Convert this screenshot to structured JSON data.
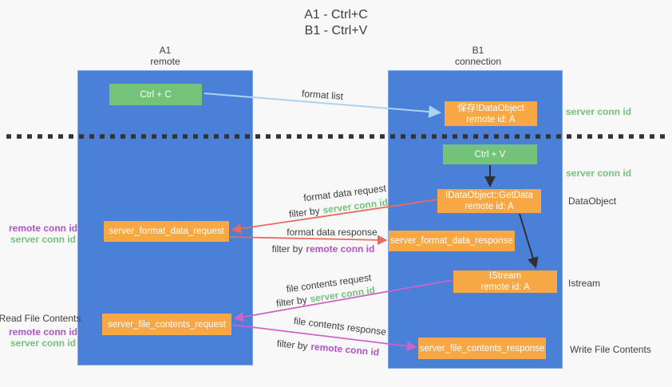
{
  "title": {
    "line1": "A1 - Ctrl+C",
    "line2": "B1 - Ctrl+V"
  },
  "lanes": {
    "left": {
      "name": "A1",
      "subtitle": "remote"
    },
    "right": {
      "name": "B1",
      "subtitle": "connection"
    }
  },
  "nodes": {
    "ctrl_c": {
      "label": "Ctrl + C"
    },
    "save_dataobject": {
      "line1": "保存IDataObject",
      "line2": "remote id: A"
    },
    "ctrl_v": {
      "label": "Ctrl + V"
    },
    "getdata": {
      "line1": "IDataObject::GetData",
      "line2": "remote id: A"
    },
    "istream": {
      "line1": "IStream",
      "line2": "remote id: A"
    },
    "format_request": {
      "label": "server_format_data_request"
    },
    "format_response": {
      "label": "server_format_data_response"
    },
    "file_request": {
      "label": "server_file_contents_request"
    },
    "file_response": {
      "label": "server_file_contents_response"
    }
  },
  "arrow_labels": {
    "format_list": "format list",
    "format_data_request": "format data request",
    "format_data_response": "format data response",
    "file_contents_request": "file contents request",
    "file_contents_response": "file contents response",
    "filter_by": "filter by",
    "server_conn_id": "server conn id",
    "remote_conn_id": "remote conn id"
  },
  "side_labels": {
    "right_server_conn_id_top": "server conn id",
    "right_server_conn_id_mid": "server conn id",
    "right_dataobject": "DataObject",
    "right_istream": "Istream",
    "right_write_file_contents": "Write File Contents",
    "left_remote_conn_id": "remote conn id",
    "left_server_conn_id": "server conn id",
    "left_read_file_contents": "Read File Contents",
    "left_remote_conn_id_2": "remote conn id",
    "left_server_conn_id_2": "server conn id"
  },
  "colors": {
    "lane_blue": "#4a80d8",
    "box_green": "#74c37a",
    "box_orange": "#f7a844",
    "arrow_red": "#e96a5f",
    "arrow_magenta": "#cf63c6",
    "arrow_blue": "#aad4f2",
    "arrow_black": "#2f2f2f",
    "text_dark": "#3d3d3d",
    "text_green": "#74c37a",
    "text_purple": "#b253c6",
    "background": "#f8f8f8"
  }
}
